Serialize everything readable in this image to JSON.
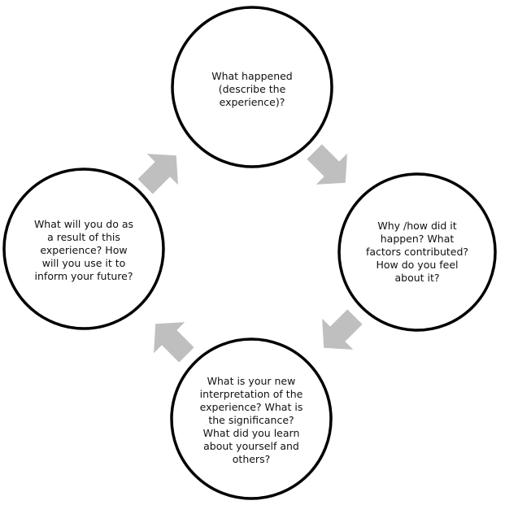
{
  "diagram": {
    "type": "cycle",
    "stages": [
      {
        "id": "what",
        "lines": [
          "What happened",
          "(describe the",
          "experience)?"
        ]
      },
      {
        "id": "why",
        "lines": [
          "Why /how did it",
          "happen?  What",
          "factors contributed?",
          "How do you feel",
          "about it?"
        ]
      },
      {
        "id": "interpretation",
        "lines": [
          "What is your new",
          "interpretation of the",
          "experience?  What is",
          "the significance?",
          "What did you learn",
          "about yourself and",
          "others?"
        ]
      },
      {
        "id": "action",
        "lines": [
          "What will you do as",
          "a result of this",
          "experience? How",
          "will you use it to",
          "inform your future?"
        ]
      }
    ],
    "colors": {
      "circle_stroke": "#000000",
      "circle_fill": "#ffffff",
      "arrow_fill": "#bfbfbf",
      "text": "#111111"
    }
  }
}
